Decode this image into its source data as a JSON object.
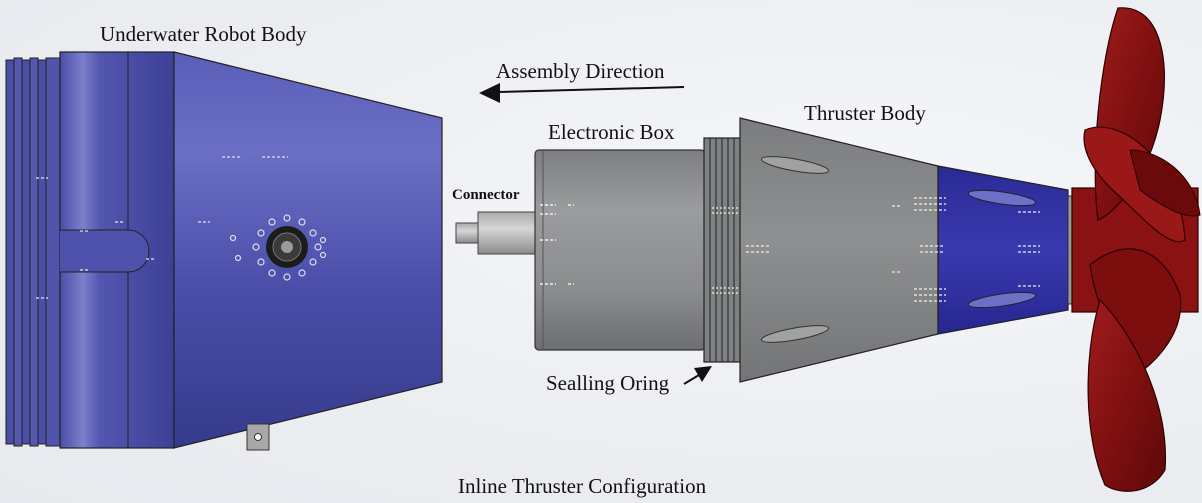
{
  "labels": {
    "robot_body": "Underwater Robot Body",
    "assembly_direction": "Assembly Direction",
    "electronic_box": "Electronic Box",
    "thruster_body": "Thruster Body",
    "connector": "Connector",
    "sealing_oring": "Sealling Oring",
    "caption": "Inline Thruster Configuration"
  },
  "colors": {
    "robot_blue": "#4a4ea8",
    "gray_metal": "#8c8e90",
    "thruster_blue": "#3838a8",
    "propeller_red": "#8c1414"
  }
}
